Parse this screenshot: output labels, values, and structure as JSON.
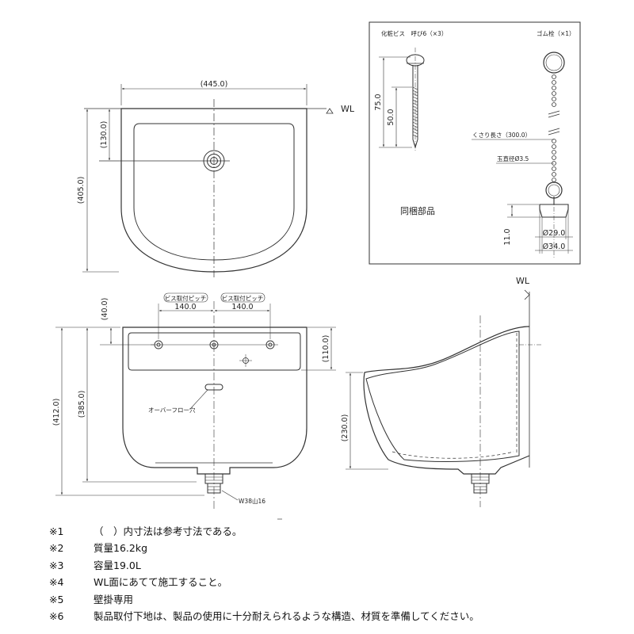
{
  "top_view": {
    "width": "(445.0)",
    "depth": "(405.0)",
    "drain_offset": "(130.0)",
    "water_level": "WL"
  },
  "front_view": {
    "pitch_left_label": "ビス取付ピッチ",
    "pitch_right_label": "ビス取付ピッチ",
    "pitch_left": "140.0",
    "pitch_right": "140.0",
    "top_offset": "(40.0)",
    "right_height": "(110.0)",
    "total_height": "(412.0)",
    "inner_height": "(385.0)",
    "overflow_label": "オーバーフロー穴",
    "drain_thread": "W38山16"
  },
  "side_view": {
    "water_level": "WL",
    "bowl_height": "(230.0)"
  },
  "accessories": {
    "title": "同梱部品",
    "screw_label": "化粧ビス　呼び6（×3）",
    "screw_length": "75.0",
    "screw_thread": "50.0",
    "plug_label": "ゴム栓（×1）",
    "chain_length": "くさり長さ（300.0）",
    "ball_diameter": "玉直径Ø3.5",
    "plug_height": "11.0",
    "plug_bottom_dia": "Ø29.0",
    "plug_top_dia": "Ø34.0"
  },
  "notes": [
    {
      "id": "※1",
      "text": "（　）内寸法は参考寸法である。"
    },
    {
      "id": "※2",
      "text": "質量16.2kg"
    },
    {
      "id": "※3",
      "text": "容量19.0L"
    },
    {
      "id": "※4",
      "text": "WL面にあてて施工すること。"
    },
    {
      "id": "※5",
      "text": "壁掛専用"
    },
    {
      "id": "※6",
      "text": "製品取付下地は、製品の使用に十分耐えられるような構造、材質を準備してください。"
    }
  ]
}
